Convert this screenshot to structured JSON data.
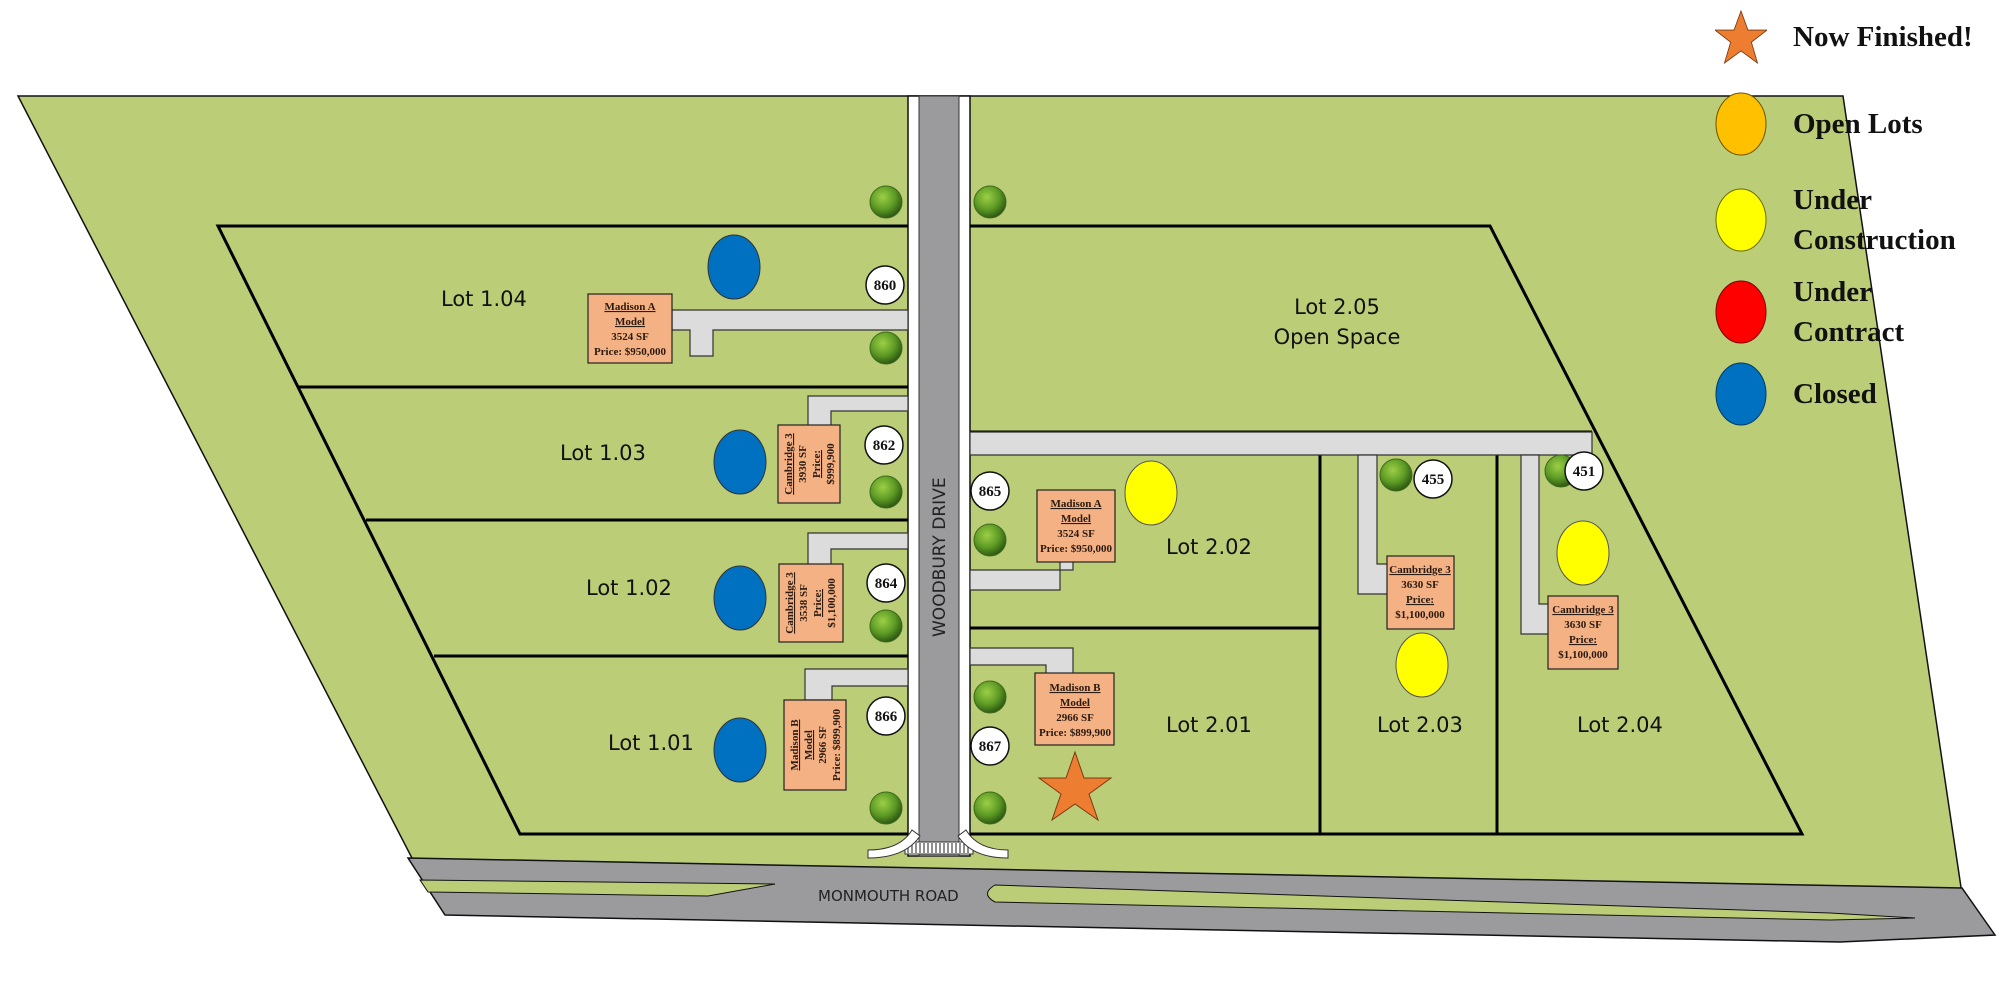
{
  "legend": {
    "items": [
      {
        "key": "now_finished",
        "label": "Now Finished!",
        "symbol": "star",
        "color": "#ed7d31"
      },
      {
        "key": "open_lots",
        "label": "Open Lots",
        "symbol": "circle",
        "color": "#ffc000"
      },
      {
        "key": "under_construction",
        "label": "Under Construction",
        "line1": "Under",
        "line2": "Construction",
        "symbol": "circle",
        "color": "#ffff00"
      },
      {
        "key": "under_contract",
        "label": "Under Contract",
        "line1": "Under",
        "line2": "Contract",
        "symbol": "circle",
        "color": "#ff0000"
      },
      {
        "key": "closed",
        "label": "Closed",
        "symbol": "circle",
        "color": "#0070c0"
      }
    ]
  },
  "roads": {
    "woodbury": "WOODBURY DRIVE",
    "monmouth": "MONMOUTH ROAD"
  },
  "lots": [
    {
      "id": "1.01",
      "label": "Lot 1.01",
      "address": "866",
      "status": "closed",
      "model": {
        "name": "Madison B",
        "name2": "Model",
        "sf": "2966 SF",
        "price_label": "Price:",
        "price": "$899,900"
      }
    },
    {
      "id": "1.02",
      "label": "Lot 1.02",
      "address": "864",
      "status": "closed",
      "model": {
        "name": "Cambridge 3",
        "sf": "3538 SF",
        "price_label": "Price:",
        "price": "$1,100,000"
      }
    },
    {
      "id": "1.03",
      "label": "Lot 1.03",
      "address": "862",
      "status": "closed",
      "model": {
        "name": "Cambridge 3",
        "sf": "3930 SF",
        "price_label": "Price:",
        "price": "$999,900"
      }
    },
    {
      "id": "1.04",
      "label": "Lot 1.04",
      "address": "860",
      "status": "closed",
      "model": {
        "name": "Madison A",
        "name2": "Model",
        "sf": "3524 SF",
        "price_label": "Price:",
        "price": "$950,000"
      }
    },
    {
      "id": "2.01",
      "label": "Lot 2.01",
      "address": "867",
      "status": "now_finished",
      "model": {
        "name": "Madison B",
        "name2": "Model",
        "sf": "2966 SF",
        "price_label": "Price:",
        "price": "$899,900"
      }
    },
    {
      "id": "2.02",
      "label": "Lot 2.02",
      "address": "865",
      "status": "under_construction",
      "model": {
        "name": "Madison A",
        "name2": "Model",
        "sf": "3524 SF",
        "price_label": "Price:",
        "price": "$950,000"
      }
    },
    {
      "id": "2.03",
      "label": "Lot 2.03",
      "address": "455",
      "status": "under_construction",
      "model": {
        "name": "Cambridge 3",
        "sf": "3630 SF",
        "price_label": "Price:",
        "price": "$1,100,000"
      }
    },
    {
      "id": "2.04",
      "label": "Lot 2.04",
      "address": "451",
      "status": "under_construction",
      "model": {
        "name": "Cambridge 3",
        "sf": "3630 SF",
        "price_label": "Price:",
        "price": "$1,100,000"
      }
    },
    {
      "id": "2.05",
      "label": "Lot 2.05",
      "label2": "Open Space",
      "status": "open_space"
    }
  ],
  "colors": {
    "grass": "#bccd78",
    "road": "#9b9b9d",
    "driveway": "#dcdcdc",
    "model_box": "#f4b183",
    "boundary": "#000000"
  }
}
